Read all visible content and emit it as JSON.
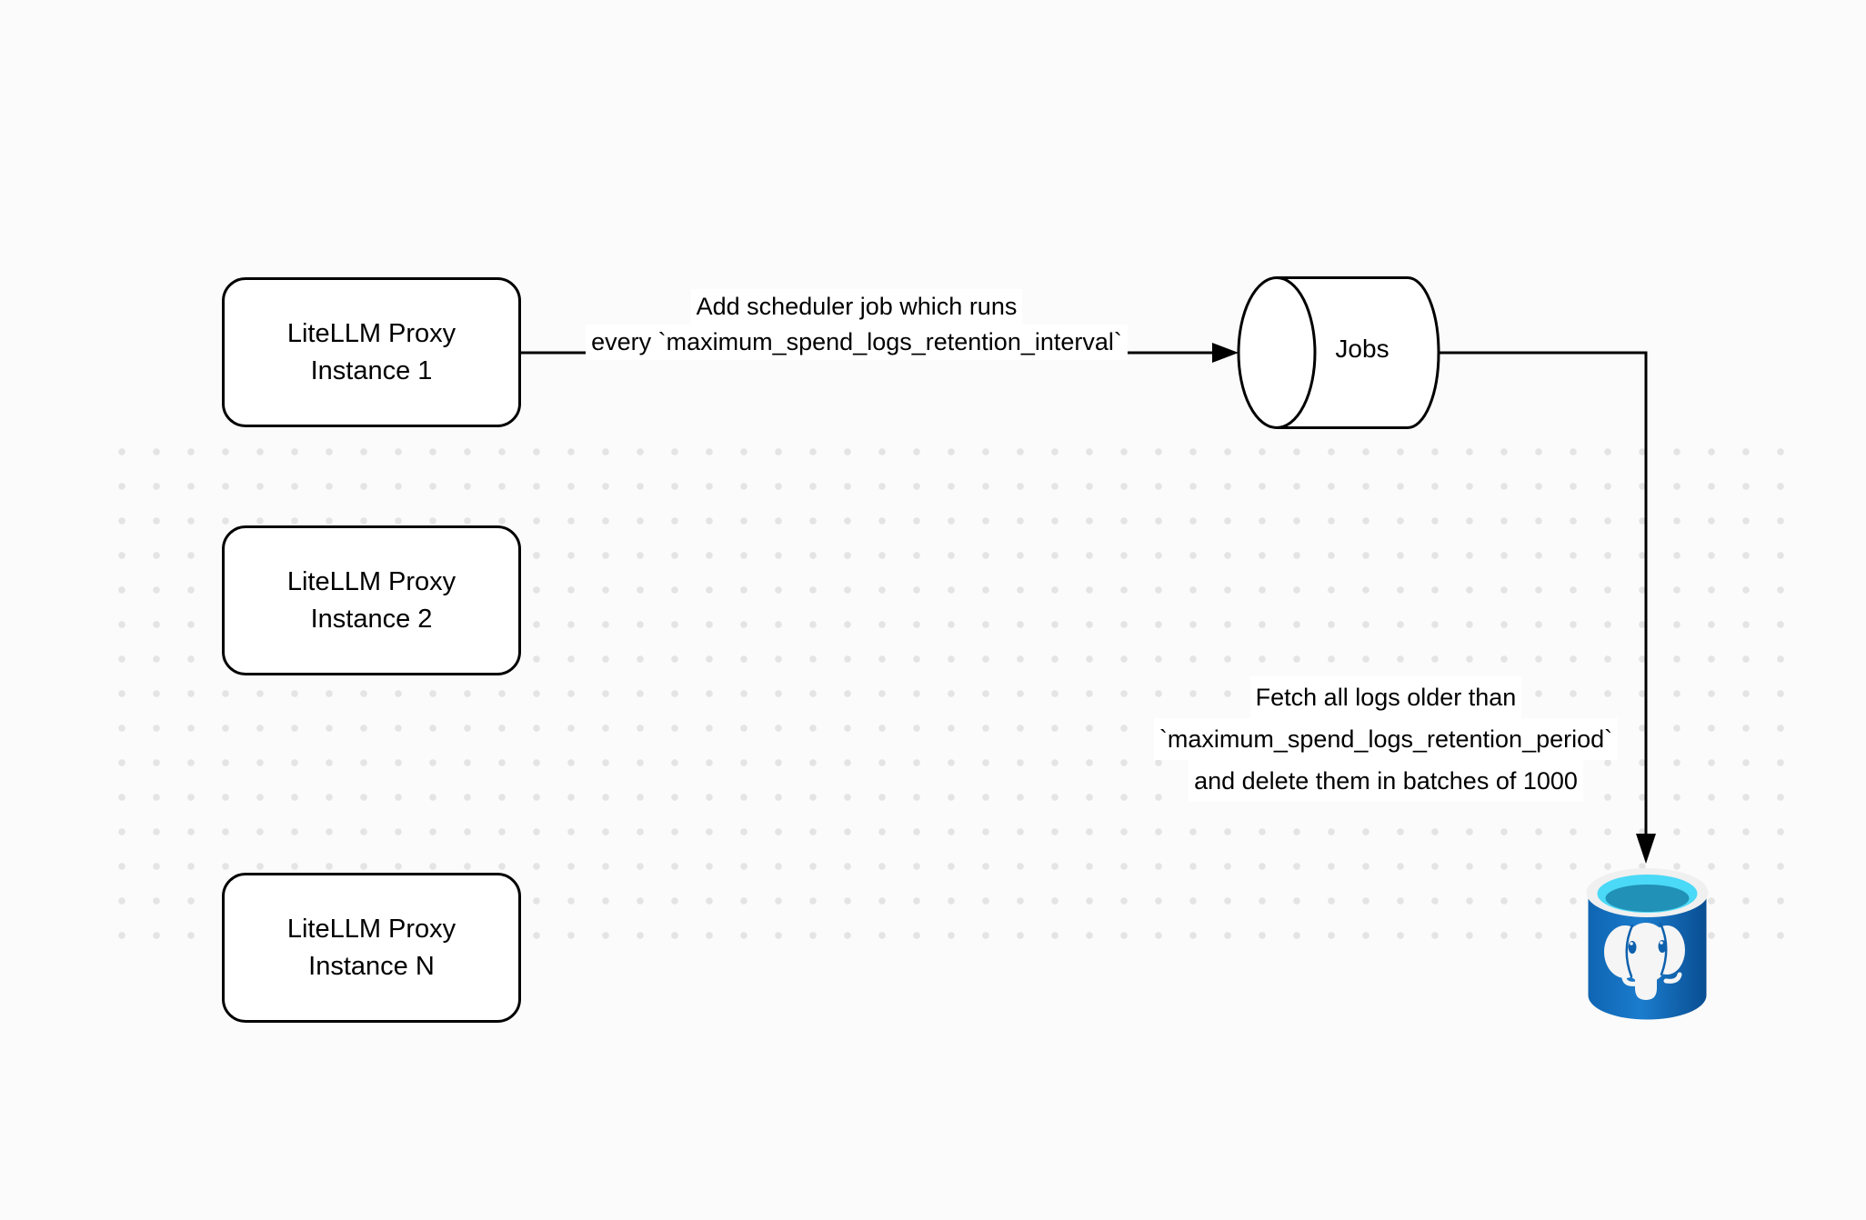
{
  "canvas": {
    "background_color": "#fbfbfb",
    "dot_color": "#e4e4e4",
    "stroke_color": "#000000"
  },
  "nodes": {
    "proxy_instance_1": {
      "line1": "LiteLLM Proxy",
      "line2": "Instance 1"
    },
    "proxy_instance_2": {
      "line1": "LiteLLM Proxy",
      "line2": "Instance 2"
    },
    "proxy_instance_n": {
      "line1": "LiteLLM Proxy",
      "line2": "Instance N"
    },
    "jobs_queue": {
      "label": "Jobs"
    },
    "postgres_database": {
      "icon": "postgresql-database-icon",
      "body_color": "#1068b8",
      "rim_color": "#f0f0f0",
      "liquid_top_color": "#4ad9f6",
      "liquid_shade_color": "#2191b7",
      "elephant_color": "#f5f5f5"
    }
  },
  "edges": {
    "add_scheduler_job": {
      "line1": "Add scheduler job which runs",
      "line2": "every `maximum_spend_logs_retention_interval`"
    },
    "fetch_and_delete": {
      "line1": "Fetch all logs older than",
      "line2": "`maximum_spend_logs_retention_period`",
      "line3": "and delete them in batches of 1000"
    }
  }
}
